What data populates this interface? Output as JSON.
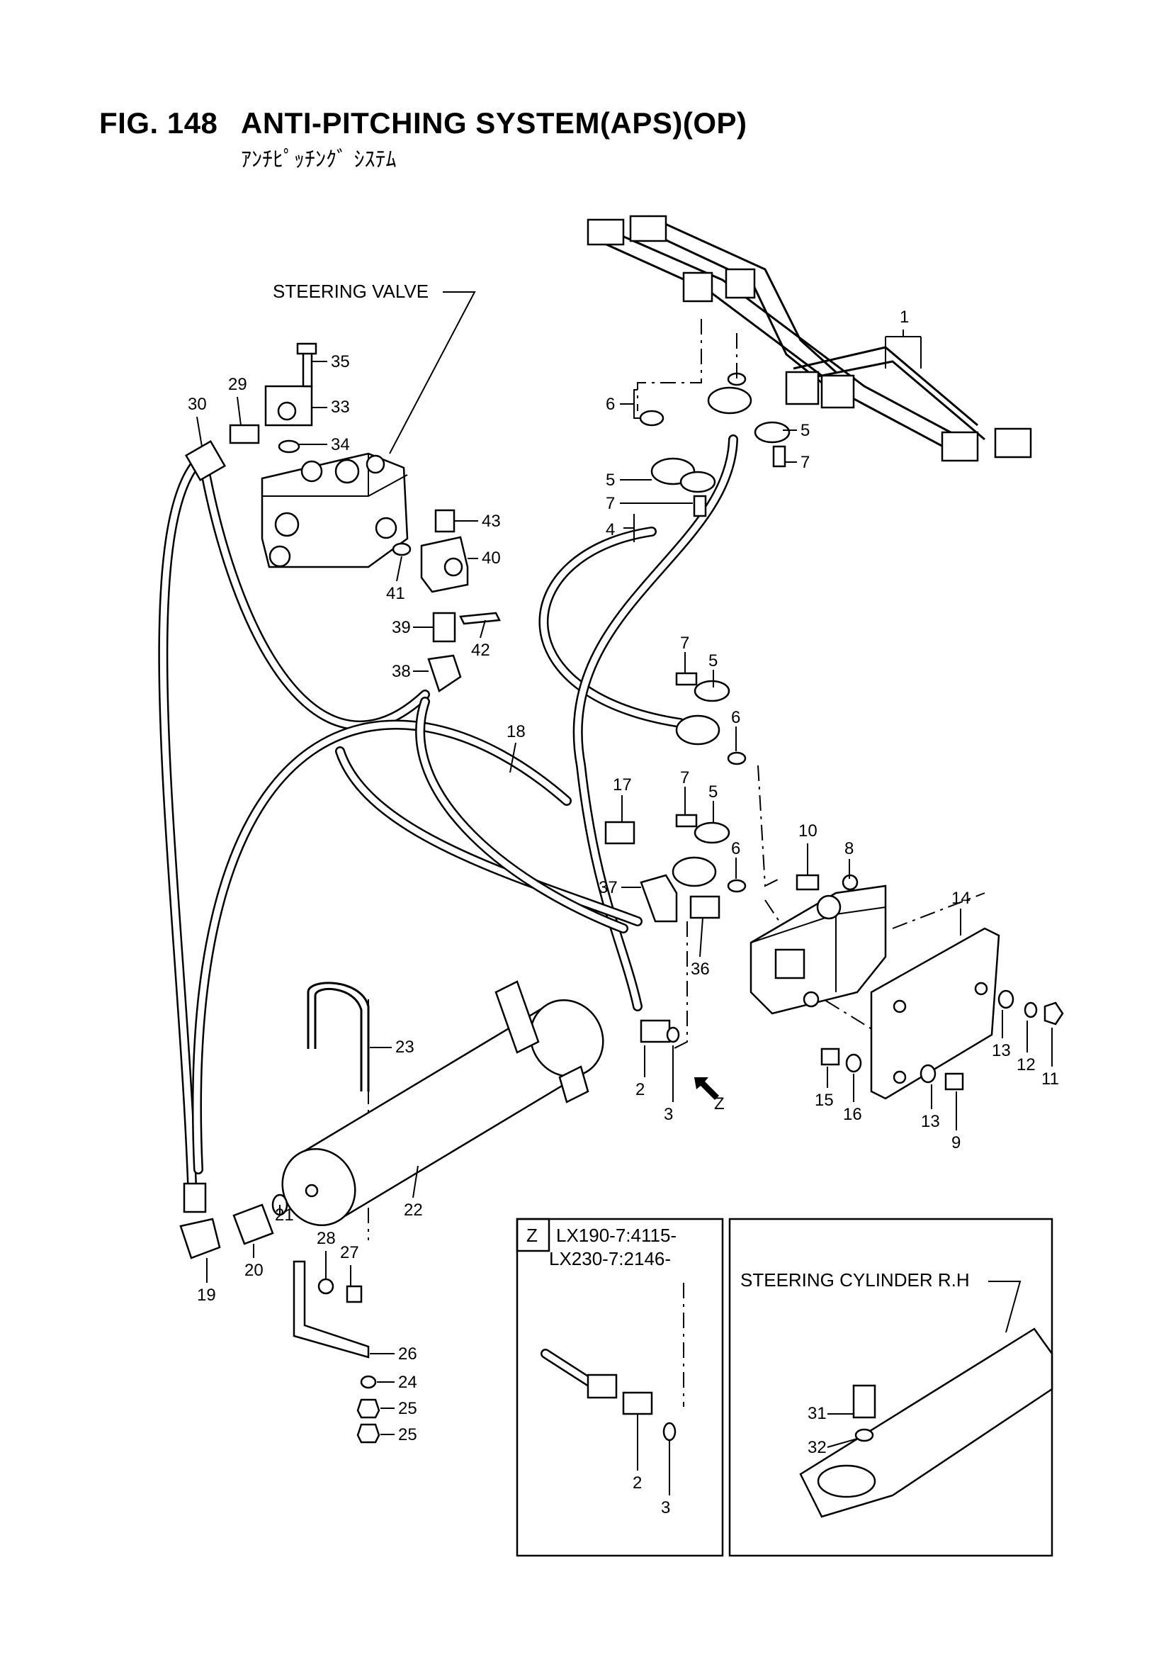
{
  "figure": {
    "number": "FIG. 148",
    "title": "ANTI-PITCHING SYSTEM(APS)(OP)",
    "subtitle": "ｱﾝﾁﾋﾟｯﾁﾝｸﾞ ｼｽﾃﾑ"
  },
  "callouts": {
    "steering_valve": "STEERING VALVE",
    "steering_cylinder": "STEERING CYLINDER R.H"
  },
  "detail_z": {
    "letter": "Z",
    "line1": "LX190-7:4115-",
    "line2": "LX230-7:2146-"
  },
  "view_arrow": "Z",
  "part_labels": [
    "1",
    "2",
    "3",
    "4",
    "5",
    "6",
    "7",
    "8",
    "9",
    "10",
    "11",
    "12",
    "13",
    "14",
    "15",
    "16",
    "17",
    "18",
    "19",
    "20",
    "21",
    "22",
    "23",
    "24",
    "25",
    "26",
    "27",
    "28",
    "29",
    "30",
    "31",
    "32",
    "33",
    "34",
    "35",
    "36",
    "37",
    "38",
    "39",
    "40",
    "41",
    "42",
    "43"
  ]
}
